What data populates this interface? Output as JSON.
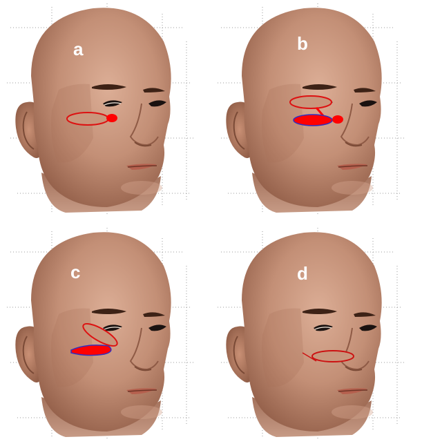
{
  "figure": {
    "panels": [
      {
        "label": "a",
        "highlight": "infraorbital-ellipse-outline-with-red-dot"
      },
      {
        "label": "b",
        "highlight": "two-ellipses-connected-filled-red-lower"
      },
      {
        "label": "c",
        "highlight": "crossed-ellipses-filled-red-lower"
      },
      {
        "label": "d",
        "highlight": "single-ellipse-outline-with-line"
      }
    ],
    "colors": {
      "skin": "#c9967c",
      "skin_shadow": "#a66e56",
      "highlight_red": "#ff0000",
      "outline_red": "#cc1111",
      "grid": "#9a9a9a"
    }
  }
}
